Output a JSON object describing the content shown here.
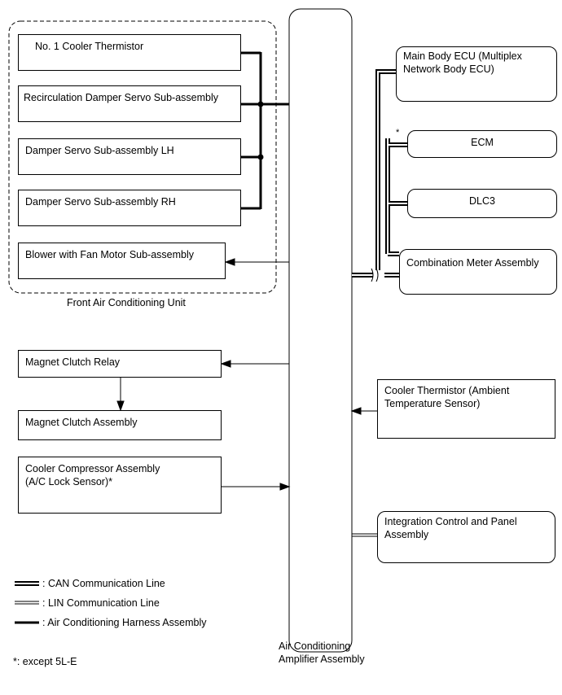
{
  "amplifier": {
    "line1": "Air Conditioning",
    "line2": "Amplifier Assembly"
  },
  "front_unit": {
    "label": "Front Air Conditioning Unit",
    "components": [
      "No. 1 Cooler Thermistor",
      "Recirculation Damper Servo Sub-assembly",
      "Damper Servo Sub-assembly LH",
      "Damper Servo Sub-assembly RH",
      "Blower with Fan Motor Sub-assembly"
    ]
  },
  "left": {
    "magnet_relay": "Magnet Clutch Relay",
    "magnet_clutch": "Magnet Clutch Assembly",
    "compressor_line1": "Cooler Compressor Assembly",
    "compressor_line2": "(A/C Lock Sensor)*"
  },
  "right": {
    "main_body_line1": "Main Body ECU (Multiplex",
    "main_body_line2": "Network Body ECU)",
    "ecm": "ECM",
    "ecm_mark": "*",
    "dlc3": "DLC3",
    "combination_meter": "Combination Meter Assembly",
    "cooler_thermistor_line1": "Cooler Thermistor (Ambient",
    "cooler_thermistor_line2": "Temperature Sensor)",
    "integration_line1": "Integration Control and Panel",
    "integration_line2": "Assembly"
  },
  "legend": {
    "can": ": CAN Communication Line",
    "lin": ": LIN Communication Line",
    "harness": ": Air Conditioning Harness Assembly"
  },
  "footnote": "*: except 5L-E"
}
